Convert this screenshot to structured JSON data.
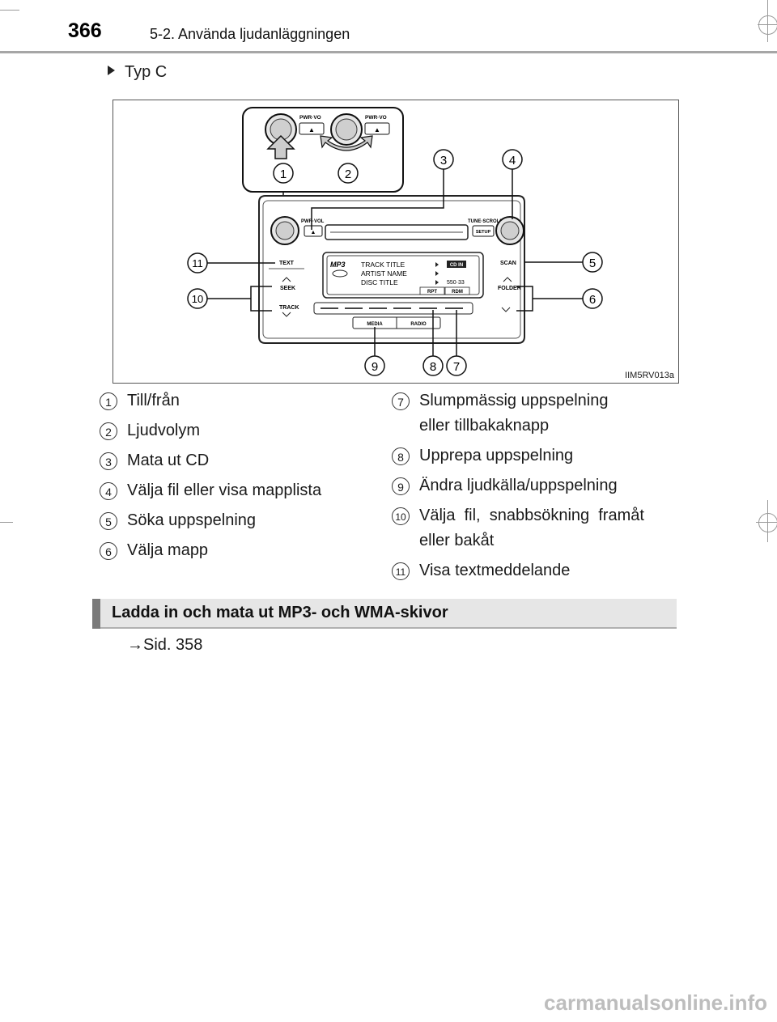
{
  "header": {
    "page_number": "366",
    "section_title": "5-2. Använda ljudanläggningen"
  },
  "type_label": "Typ C",
  "figure": {
    "id": "IIM5RV013a",
    "labels": {
      "pwr_vo_left": "PWR·VO",
      "pwr_vo_right": "PWR·VO",
      "pwr_vol": "PWR·VOL",
      "tune_scroll": "TUNE·SCROLL",
      "setup": "SETUP",
      "text": "TEXT",
      "seek": "SEEK",
      "track": "TRACK",
      "scan": "SCAN",
      "folder": "FOLDER",
      "media": "MEDIA",
      "radio": "RADIO",
      "mp3": "MP3",
      "track_title": "TRACK TITLE",
      "artist_name": "ARTIST NAME",
      "disc_title": "DISC TITLE",
      "cd_in": "CD IN",
      "time": "550·33",
      "rpt": "RPT",
      "rdm": "RDM"
    },
    "callouts": [
      "1",
      "2",
      "3",
      "4",
      "5",
      "6",
      "7",
      "8",
      "9",
      "10",
      "11"
    ]
  },
  "legend_left": [
    {
      "num": "1",
      "text": "Till/från"
    },
    {
      "num": "2",
      "text": "Ljudvolym"
    },
    {
      "num": "3",
      "text": "Mata ut CD"
    },
    {
      "num": "4",
      "text": "Välja fil eller visa mapplista"
    },
    {
      "num": "5",
      "text": "Söka uppspelning"
    },
    {
      "num": "6",
      "text": "Välja mapp"
    }
  ],
  "legend_right": [
    {
      "num": "7",
      "line1": "Slumpmässig uppspelning",
      "line2": "eller tillbakaknapp"
    },
    {
      "num": "8",
      "line1": "Upprepa uppspelning"
    },
    {
      "num": "9",
      "line1": "Ändra ljudkälla/uppspelning"
    },
    {
      "num": "10",
      "line1": "Välja  fil,  snabbsökning  framåt",
      "line2": "eller bakåt"
    },
    {
      "num": "11",
      "line1": "Visa textmeddelande"
    }
  ],
  "subsection": {
    "title": "Ladda in och mata ut MP3- och WMA-skivor"
  },
  "xref": "→Sid. 358",
  "watermark": "carmanualsonline.info"
}
